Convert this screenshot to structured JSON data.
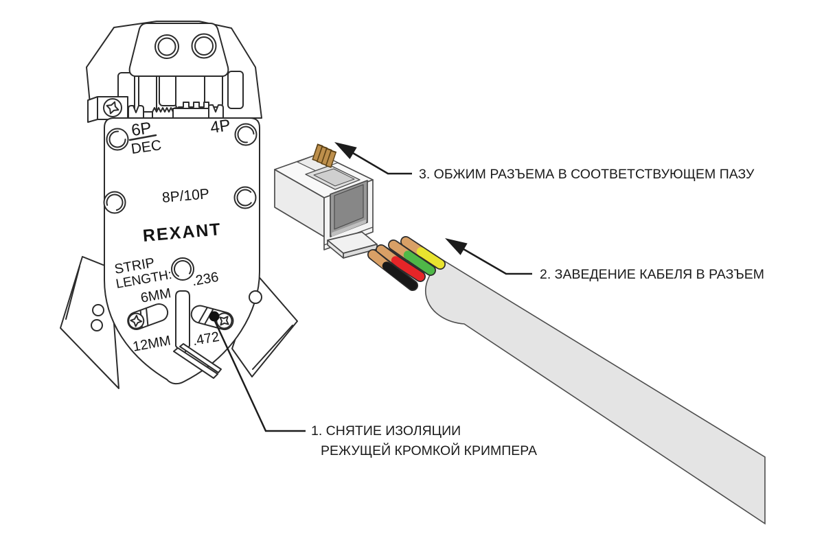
{
  "steps": {
    "step1_line1": "1. СНЯТИЕ ИЗОЛЯЦИИ",
    "step1_line2": "РЕЖУЩЕЙ КРОМКОЙ КРИМПЕРА",
    "step2": "2. ЗАВЕДЕНИЕ КАБЕЛЯ В РАЗЪЕМ",
    "step3": "3. ОБЖИМ РАЗЪЕМА В СООТВЕТСТВУЮЩЕМ ПАЗУ"
  },
  "tool": {
    "brand": "REXANT",
    "marking_6p": "6P",
    "marking_dec": "DEC",
    "marking_4p": "4P",
    "marking_8p10p": "8P/10P",
    "strip_line1": "STRIP",
    "strip_line2": "LENGTH:",
    "len_6mm": "6MM",
    "len_12mm": "12MM",
    "len_236": ".236",
    "len_472": ".472"
  },
  "colors": {
    "outline": "#2b2b2b",
    "leader": "#1c1c1c",
    "wire_black": "#181818",
    "wire_red": "#e52528",
    "wire_green": "#4fb848",
    "wire_yellow": "#e8e32f",
    "wire_copper": "#d9a066",
    "cable_gray": "#e4e4e4",
    "pin_gold": "#bd8f4c",
    "marker_dot": "#111111"
  }
}
